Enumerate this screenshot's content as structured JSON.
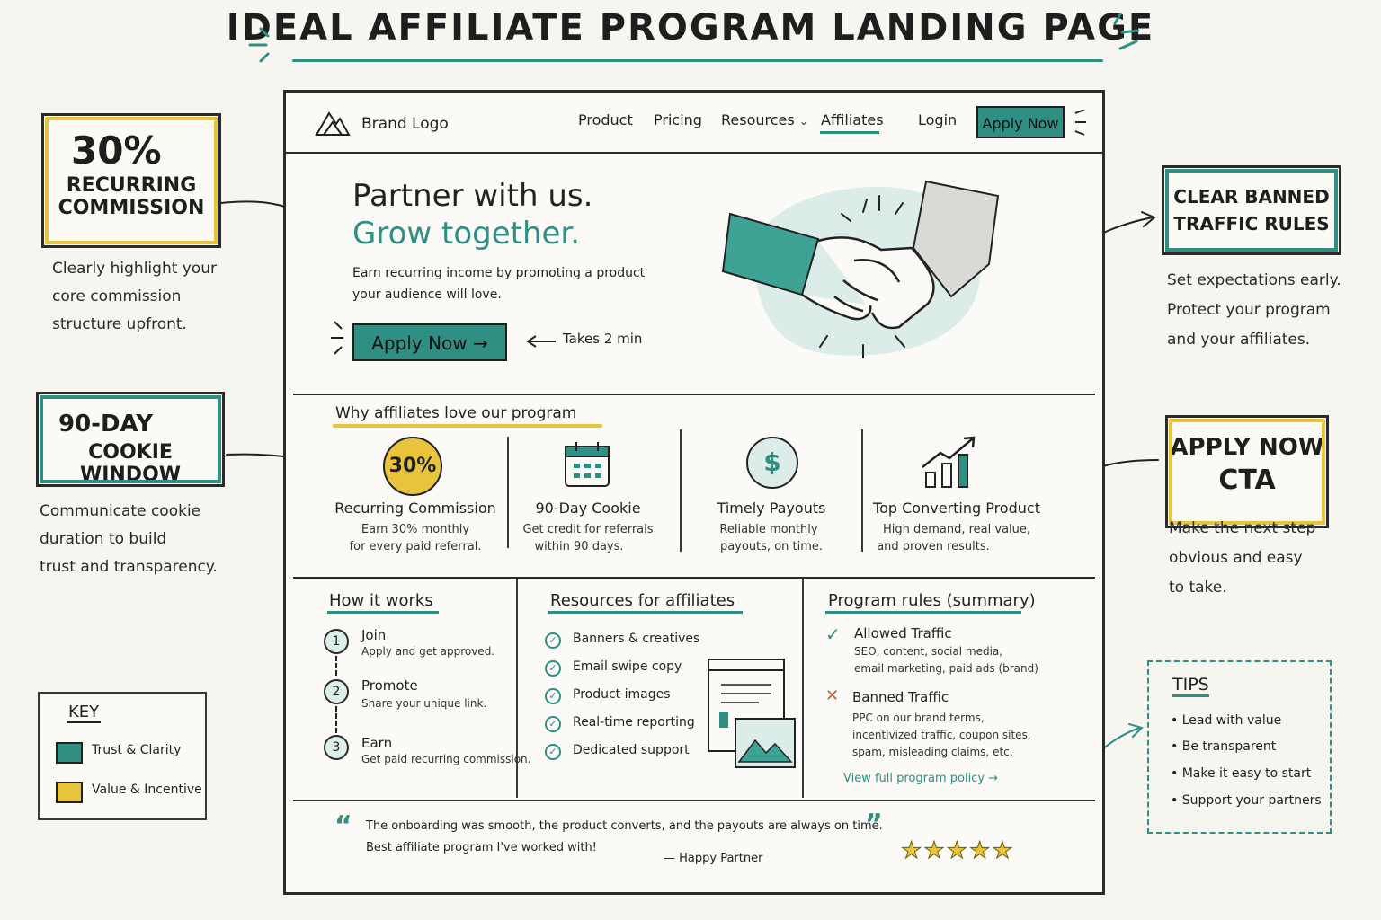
{
  "title": "IDEAL AFFILIATE PROGRAM LANDING PAGE",
  "colors": {
    "teal": "#2f8f83",
    "yellow": "#e7c43c",
    "ink": "#222222",
    "paper": "#f7f5ef"
  },
  "callouts": {
    "commission": {
      "line1": "30%",
      "line2": "RECURRING",
      "line3": "COMMISSION",
      "note": [
        "Clearly highlight your",
        "core commission",
        "structure upfront."
      ]
    },
    "cookie": {
      "line1": "90-DAY",
      "line2": "COOKIE WINDOW",
      "note": [
        "Communicate cookie",
        "duration to build",
        "trust and transparency."
      ]
    },
    "banned": {
      "line1": "CLEAR BANNED",
      "line2": "TRAFFIC RULES",
      "note": [
        "Set expectations early.",
        "Protect your program",
        "and your affiliates."
      ]
    },
    "cta": {
      "line1": "APPLY NOW",
      "line2": "CTA",
      "note": [
        "Make the next step",
        "obvious and easy",
        "to take."
      ]
    }
  },
  "key": {
    "title": "KEY",
    "items": [
      {
        "label": "Trust & Clarity",
        "color": "#2f8f83"
      },
      {
        "label": "Value & Incentive",
        "color": "#e7c43c"
      }
    ]
  },
  "tips": {
    "title": "TIPS",
    "items": [
      "Lead with value",
      "Be transparent",
      "Make it easy to start",
      "Support your partners"
    ]
  },
  "nav": {
    "brand": "Brand Logo",
    "items": [
      "Product",
      "Pricing",
      "Resources",
      "Affiliates",
      "Login"
    ],
    "apply": "Apply Now"
  },
  "hero": {
    "line1": "Partner with us.",
    "line2": "Grow together.",
    "sub1": "Earn recurring income by promoting a product",
    "sub2": "your audience will love.",
    "button": "Apply Now →",
    "hint": "Takes 2 min"
  },
  "why": {
    "heading": "Why affiliates love our program",
    "features": [
      {
        "icon_text": "30%",
        "title": "Recurring Commission",
        "desc1": "Earn 30% monthly",
        "desc2": "for every paid referral."
      },
      {
        "title": "90-Day Cookie",
        "desc1": "Get credit for referrals",
        "desc2": "within 90 days."
      },
      {
        "icon_text": "$",
        "title": "Timely Payouts",
        "desc1": "Reliable monthly",
        "desc2": "payouts, on time."
      },
      {
        "title": "Top Converting Product",
        "desc1": "High demand, real value,",
        "desc2": "and proven results."
      }
    ]
  },
  "how": {
    "heading": "How it works",
    "steps": [
      {
        "num": "1",
        "title": "Join",
        "desc": "Apply and get approved."
      },
      {
        "num": "2",
        "title": "Promote",
        "desc": "Share your unique link."
      },
      {
        "num": "3",
        "title": "Earn",
        "desc": "Get paid recurring commission."
      }
    ]
  },
  "resources": {
    "heading": "Resources for affiliates",
    "items": [
      "Banners & creatives",
      "Email swipe copy",
      "Product images",
      "Real-time reporting",
      "Dedicated support"
    ]
  },
  "rules": {
    "heading": "Program rules (summary)",
    "allowed_title": "Allowed Traffic",
    "allowed_desc1": "SEO, content, social media,",
    "allowed_desc2": "email marketing, paid ads (brand)",
    "banned_title": "Banned Traffic",
    "banned_desc1": "PPC on our brand terms,",
    "banned_desc2": "incentivized traffic, coupon sites,",
    "banned_desc3": "spam, misleading claims, etc.",
    "link": "View full program policy →"
  },
  "testimonial": {
    "line1": "The onboarding was smooth, the product converts, and the payouts are always on time.",
    "line2": "Best affiliate program I've worked with!",
    "author": "— Happy Partner",
    "stars": 5
  }
}
